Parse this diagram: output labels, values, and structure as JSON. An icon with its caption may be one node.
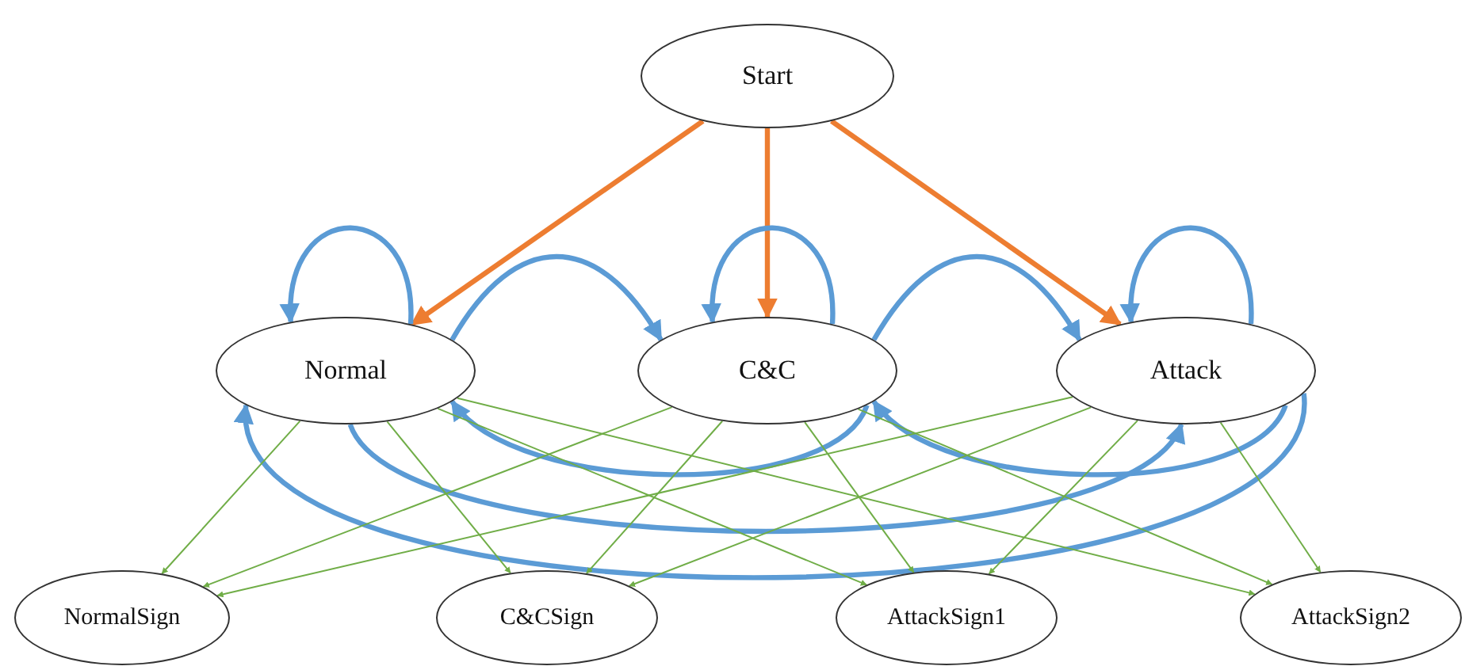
{
  "diagram": {
    "nodes": [
      {
        "text": [
          "Start"
        ]
      },
      {
        "text": [
          "Normal"
        ]
      },
      {
        "text": [
          "C&C"
        ]
      },
      {
        "text": [
          "Attack"
        ]
      },
      {
        "text": [
          "NormalSign"
        ]
      },
      {
        "text": [
          "C&CSign"
        ]
      },
      {
        "text": [
          "AttackSign1"
        ]
      },
      {
        "text": [
          "AttackSign2"
        ]
      }
    ],
    "edges": [
      {
        "from": 0,
        "to": 1,
        "arrow": "to",
        "style": "thick",
        "color": "#ed7d31"
      },
      {
        "from": 0,
        "to": 2,
        "arrow": "to",
        "style": "thick",
        "color": "#ed7d31"
      },
      {
        "from": 0,
        "to": 3,
        "arrow": "to",
        "style": "thick",
        "color": "#ed7d31"
      },
      {
        "from": 1,
        "to": 1,
        "arrow": "to",
        "style": "thick",
        "color": "#5b9bd5"
      },
      {
        "from": 2,
        "to": 2,
        "arrow": "to",
        "style": "thick",
        "color": "#5b9bd5"
      },
      {
        "from": 3,
        "to": 3,
        "arrow": "to",
        "style": "thick",
        "color": "#5b9bd5"
      },
      {
        "from": 1,
        "to": 2,
        "arrow": "to",
        "style": "thick",
        "color": "#5b9bd5"
      },
      {
        "from": 2,
        "to": 1,
        "arrow": "to",
        "style": "thick",
        "color": "#5b9bd5"
      },
      {
        "from": 2,
        "to": 3,
        "arrow": "to",
        "style": "thick",
        "color": "#5b9bd5"
      },
      {
        "from": 3,
        "to": 2,
        "arrow": "to",
        "style": "thick",
        "color": "#5b9bd5"
      },
      {
        "from": 1,
        "to": 3,
        "arrow": "to",
        "style": "thick",
        "color": "#5b9bd5"
      },
      {
        "from": 3,
        "to": 1,
        "arrow": "to",
        "style": "thick",
        "color": "#5b9bd5"
      },
      {
        "from": 1,
        "to": 4,
        "arrow": "to"
      },
      {
        "from": 1,
        "to": 5,
        "arrow": "to"
      },
      {
        "from": 1,
        "to": 6,
        "arrow": "to"
      },
      {
        "from": 1,
        "to": 7,
        "arrow": "to"
      },
      {
        "from": 2,
        "to": 4,
        "arrow": "to"
      },
      {
        "from": 2,
        "to": 5,
        "arrow": "to"
      },
      {
        "from": 2,
        "to": 6,
        "arrow": "to"
      },
      {
        "from": 2,
        "to": 7,
        "arrow": "to"
      },
      {
        "from": 3,
        "to": 4,
        "arrow": "to"
      },
      {
        "from": 3,
        "to": 5,
        "arrow": "to"
      },
      {
        "from": 3,
        "to": 6,
        "arrow": "to"
      },
      {
        "from": 3,
        "to": 7,
        "arrow": "to"
      }
    ]
  }
}
